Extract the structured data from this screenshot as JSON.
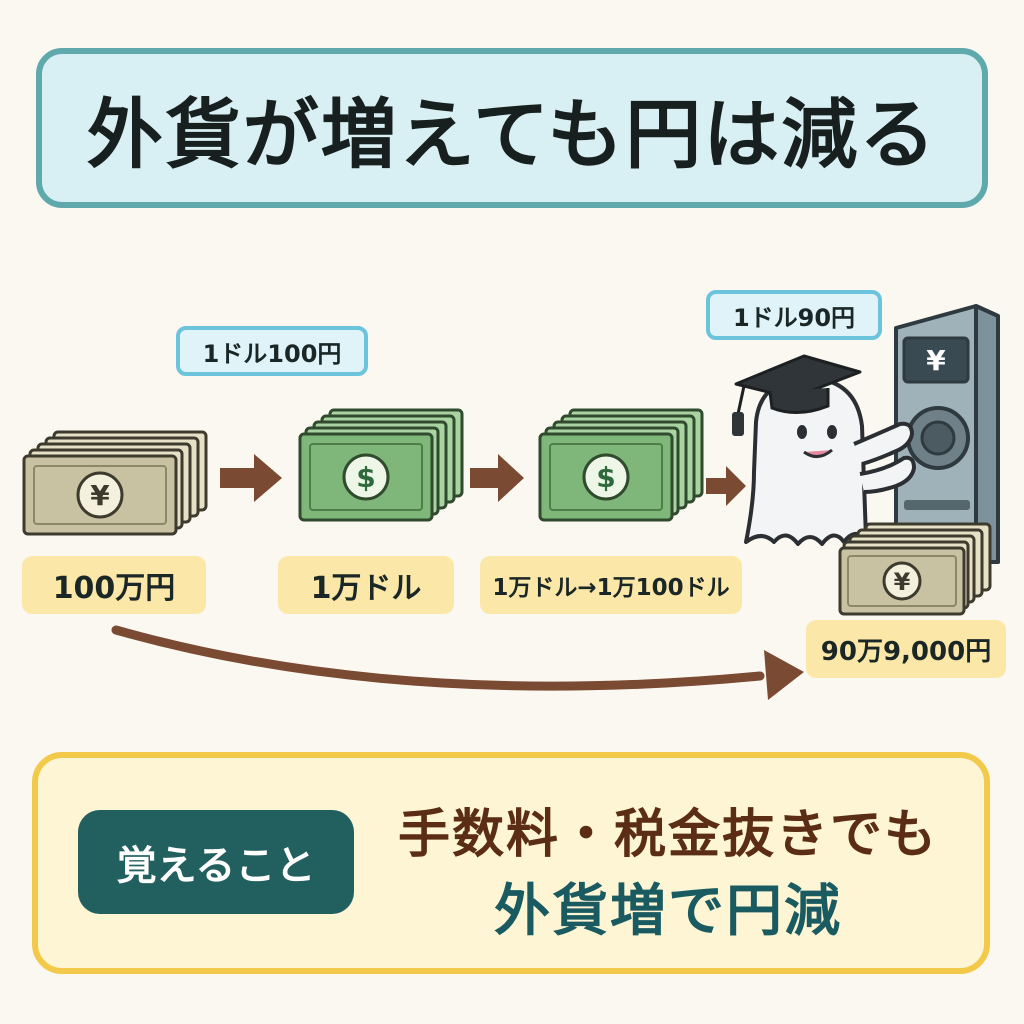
{
  "title": "外貨が増えても円は減る",
  "rates": {
    "buy_rate": "1ドル100円",
    "sell_rate": "1ドル90円"
  },
  "flow": {
    "step1_amount": "100万円",
    "step2_amount": "1万ドル",
    "step3_amount": "1万ドル→1万100ドル",
    "result_amount": "90万9,000円"
  },
  "icons": {
    "yen_symbol": "¥",
    "dollar_symbol": "$"
  },
  "summary": {
    "tag": "覚えること",
    "line1": "手数料・税金抜きでも",
    "line2": "外貨増で円減"
  },
  "colors": {
    "title_bg": "#d8f0f3",
    "title_border": "#5fa9ad",
    "badge_border": "#6cc4dc",
    "label_bg": "#fbe7a8",
    "arrow": "#7a4a33",
    "yen_bill": "#c9c2a2",
    "dollar_bill": "#7fb77a",
    "summary_bg": "#fdf5d4",
    "summary_border": "#f3c94a",
    "tag_bg": "#22605f"
  }
}
